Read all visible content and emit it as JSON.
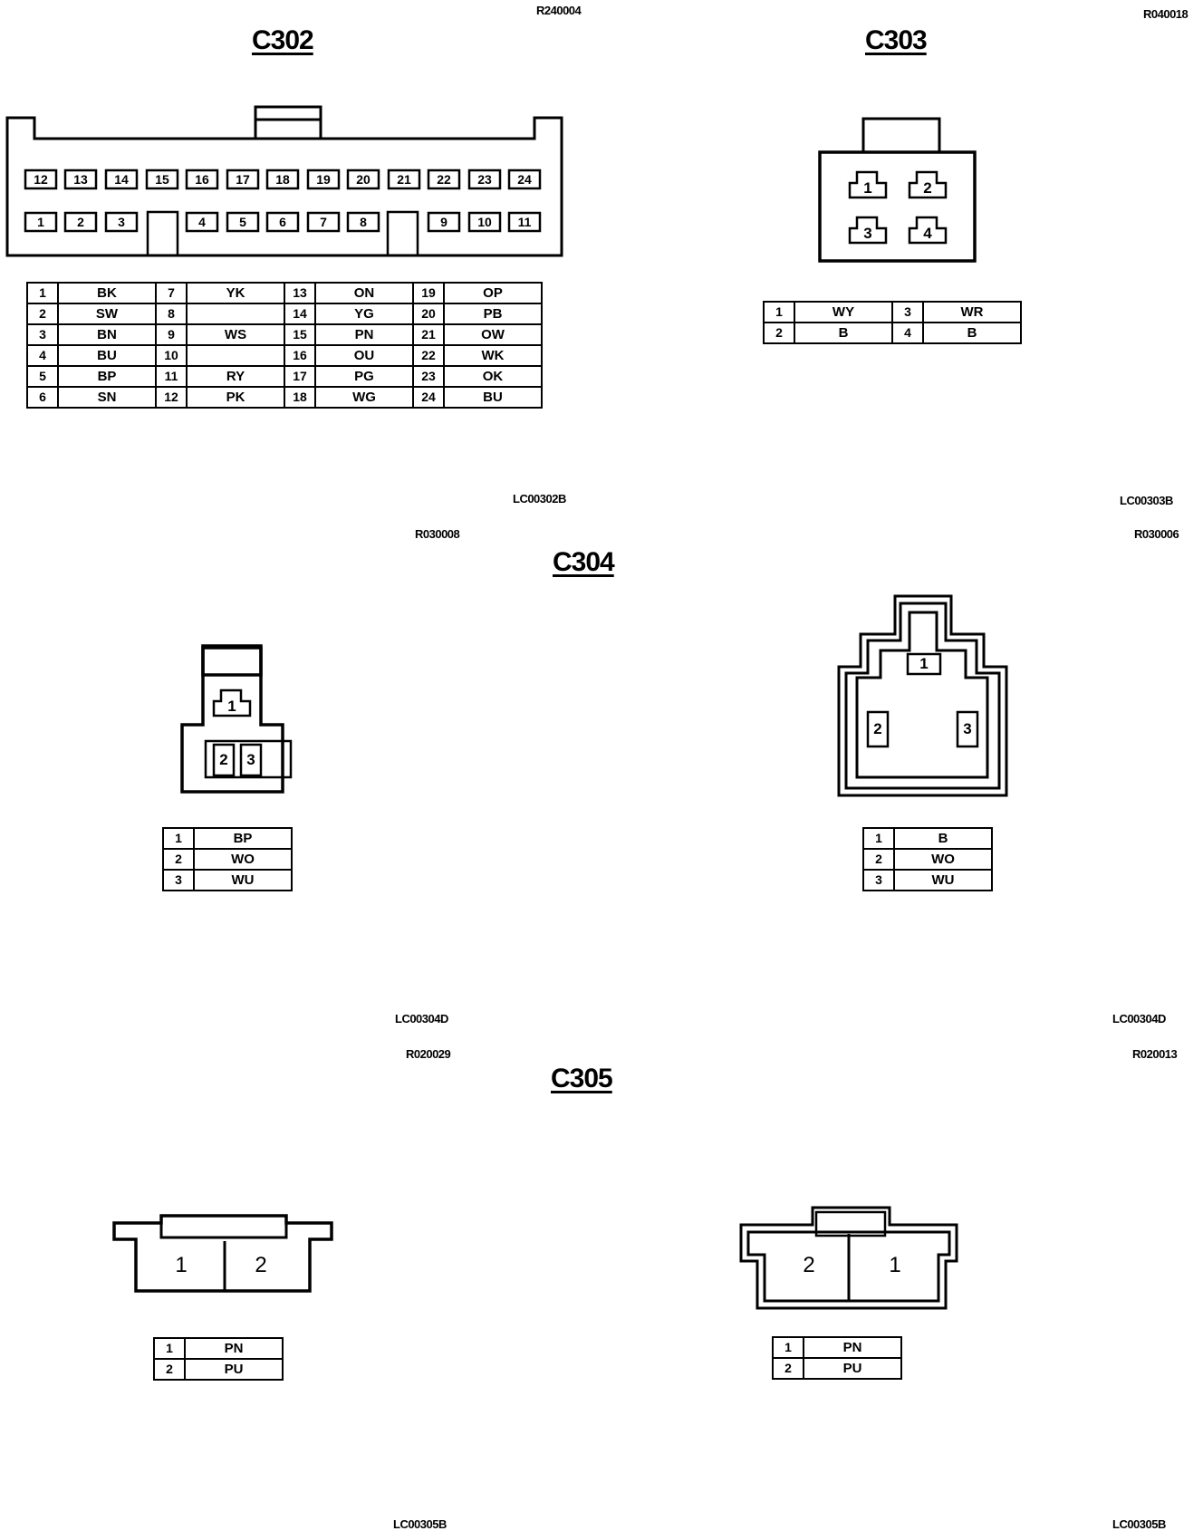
{
  "ref_codes": {
    "c302": "R240004",
    "c303": "R040018",
    "c304_left": "R030008",
    "c304_right": "R030006",
    "c305_left": "R020029",
    "c305_right": "R020013"
  },
  "titles": {
    "c302": "C302",
    "c303": "C303",
    "c304": "C304",
    "c305": "C305"
  },
  "drawing_codes": {
    "c302": "LC00302B",
    "c303": "LC00303B",
    "c304_left": "LC00304D",
    "c304_right": "LC00304D",
    "c305_left": "LC00305B",
    "c305_right": "LC00305B"
  },
  "c302": {
    "top_row_pins": [
      "12",
      "13",
      "14",
      "15",
      "16",
      "17",
      "18",
      "19",
      "20",
      "21",
      "22",
      "23",
      "24"
    ],
    "bottom_row_pins": [
      "1",
      "2",
      "3",
      "4",
      "5",
      "6",
      "7",
      "8",
      "9",
      "10",
      "11"
    ],
    "table": [
      [
        "1",
        "BK",
        "7",
        "YK",
        "13",
        "ON",
        "19",
        "OP"
      ],
      [
        "2",
        "SW",
        "8",
        "",
        "14",
        "YG",
        "20",
        "PB"
      ],
      [
        "3",
        "BN",
        "9",
        "WS",
        "15",
        "PN",
        "21",
        "OW"
      ],
      [
        "4",
        "BU",
        "10",
        "",
        "16",
        "OU",
        "22",
        "WK"
      ],
      [
        "5",
        "BP",
        "11",
        "RY",
        "17",
        "PG",
        "23",
        "OK"
      ],
      [
        "6",
        "SN",
        "12",
        "PK",
        "18",
        "WG",
        "24",
        "BU"
      ]
    ]
  },
  "c303": {
    "pins": [
      "1",
      "2",
      "3",
      "4"
    ],
    "table": [
      [
        "1",
        "WY",
        "3",
        "WR"
      ],
      [
        "2",
        "B",
        "4",
        "B"
      ]
    ]
  },
  "c304_left": {
    "pins": [
      "1",
      "2",
      "3"
    ],
    "table": [
      [
        "1",
        "BP"
      ],
      [
        "2",
        "WO"
      ],
      [
        "3",
        "WU"
      ]
    ]
  },
  "c304_right": {
    "pins": [
      "1",
      "2",
      "3"
    ],
    "table": [
      [
        "1",
        "B"
      ],
      [
        "2",
        "WO"
      ],
      [
        "3",
        "WU"
      ]
    ]
  },
  "c305_left": {
    "pins": [
      "1",
      "2"
    ],
    "table": [
      [
        "1",
        "PN"
      ],
      [
        "2",
        "PU"
      ]
    ]
  },
  "c305_right": {
    "pins": [
      "2",
      "1"
    ],
    "table": [
      [
        "1",
        "PN"
      ],
      [
        "2",
        "PU"
      ]
    ]
  }
}
